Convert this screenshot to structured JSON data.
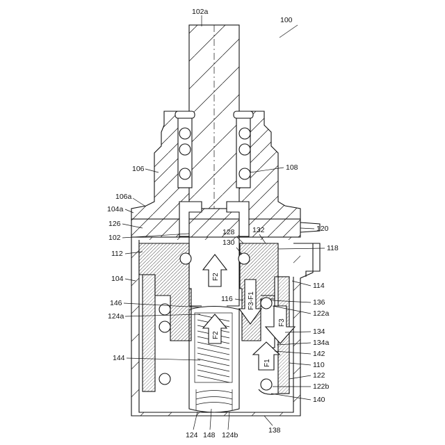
{
  "figure_ref": "100",
  "labels": {
    "l102a": "102a",
    "l106": "106",
    "l108": "108",
    "l106a": "106a",
    "l104a": "104a",
    "l126": "126",
    "l102": "102",
    "l128": "128",
    "l132": "132",
    "l120": "120",
    "l130": "130",
    "l118": "118",
    "l112": "112",
    "l104": "104",
    "l114": "114",
    "l116": "116",
    "l136": "136",
    "l146": "146",
    "l122a": "122a",
    "l124a": "124a",
    "l134": "134",
    "l134a": "134a",
    "l142": "142",
    "l144": "144",
    "l110": "110",
    "l122": "122",
    "l122b": "122b",
    "l140": "140",
    "l138": "138",
    "l124": "124",
    "l148": "148",
    "l124b": "124b"
  },
  "arrows": {
    "f2_upper": "F2",
    "f2_lower": "F2",
    "f3_f1": "F3-F1",
    "f3": "F3",
    "f1": "F1"
  }
}
